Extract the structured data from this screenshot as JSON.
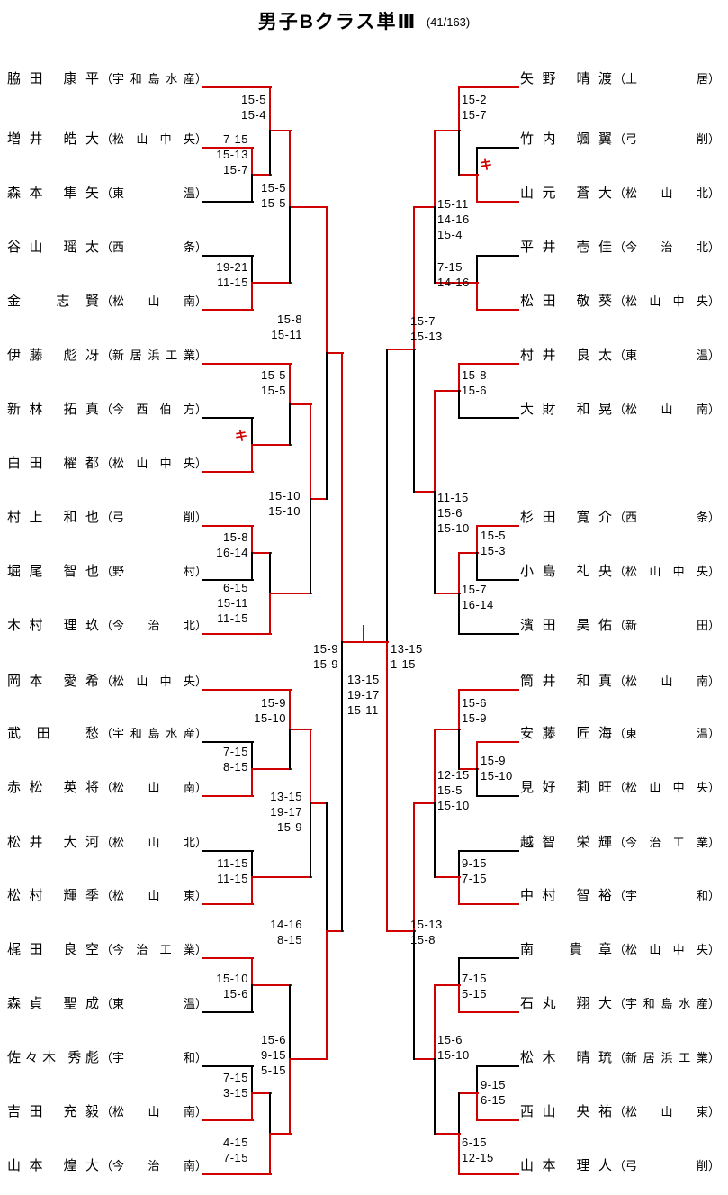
{
  "title": "男子Bクラス単Ⅲ",
  "subtitle": "(41/163)",
  "withdraw_marker": "キ",
  "colors": {
    "winner_line": "#d10000",
    "line": "#000000",
    "text": "#000000"
  },
  "players": {
    "left": [
      {
        "name": "脇田 康平",
        "club": "宇和島水産"
      },
      {
        "name": "増井 皓大",
        "club": "松山中央"
      },
      {
        "name": "森本 隼矢",
        "club": "東温"
      },
      {
        "name": "谷山 瑶太",
        "club": "西条"
      },
      {
        "name": "金 志賢",
        "club": "松山南"
      },
      {
        "name": "伊藤 彪冴",
        "club": "新居浜工業"
      },
      {
        "name": "新林 拓真",
        "club": "今西伯方"
      },
      {
        "name": "白田 櫂都",
        "club": "松山中央"
      },
      {
        "name": "村上 和也",
        "club": "弓削"
      },
      {
        "name": "堀尾 智也",
        "club": "野村"
      },
      {
        "name": "木村 理玖",
        "club": "今治北"
      },
      {
        "name": "岡本 愛希",
        "club": "松山中央"
      },
      {
        "name": "武田 愁",
        "club": "宇和島水産"
      },
      {
        "name": "赤松 英将",
        "club": "松山南"
      },
      {
        "name": "松井 大河",
        "club": "松山北"
      },
      {
        "name": "松村 輝季",
        "club": "松山東"
      },
      {
        "name": "梶田 良空",
        "club": "今治工業"
      },
      {
        "name": "森貞 聖成",
        "club": "東温"
      },
      {
        "name": "佐々木 秀彪",
        "club": "宇和"
      },
      {
        "name": "吉田 充毅",
        "club": "松山南"
      },
      {
        "name": "山本 煌大",
        "club": "今治南"
      }
    ],
    "right": [
      {
        "name": "矢野 晴渡",
        "club": "土居"
      },
      {
        "name": "竹内 颯翼",
        "club": "弓削"
      },
      {
        "name": "山元 蒼大",
        "club": "松山北"
      },
      {
        "name": "平井 壱佳",
        "club": "今治北"
      },
      {
        "name": "松田 敬葵",
        "club": "松山中央"
      },
      {
        "name": "村井 良太",
        "club": "東温"
      },
      {
        "name": "大財 和晃",
        "club": "松山南"
      },
      {
        "name": "杉田 寛介",
        "club": "西条"
      },
      {
        "name": "小島 礼央",
        "club": "松山中央"
      },
      {
        "name": "濱田 昊佑",
        "club": "新田"
      },
      {
        "name": "筒井 和真",
        "club": "松山南"
      },
      {
        "name": "安藤 匠海",
        "club": "東温"
      },
      {
        "name": "見好 莉旺",
        "club": "松山中央"
      },
      {
        "name": "越智 栄輝",
        "club": "今治工業"
      },
      {
        "name": "中村 智裕",
        "club": "宇和"
      },
      {
        "name": "南 貴章",
        "club": "松山中央"
      },
      {
        "name": "石丸 翔大",
        "club": "宇和島水産"
      },
      {
        "name": "松木 晴琉",
        "club": "新居浜工業"
      },
      {
        "name": "西山 央祐",
        "club": "松山東"
      },
      {
        "name": "山本 理人",
        "club": "弓削"
      }
    ]
  },
  "scores": [
    {
      "lines": [
        "15-5",
        "15-4"
      ]
    },
    {
      "lines": [
        "7-15",
        "15-13",
        "15-7"
      ]
    },
    {
      "lines": [
        "15-5",
        "15-5"
      ]
    },
    {
      "lines": [
        "19-21",
        "11-15"
      ]
    },
    {
      "lines": [
        "15-8",
        "15-11"
      ]
    },
    {
      "lines": [
        "15-5",
        "15-5"
      ]
    },
    {
      "lines": [
        "15-10",
        "15-10"
      ]
    },
    {
      "lines": [
        "15-8",
        "16-14"
      ]
    },
    {
      "lines": [
        "6-15",
        "15-11",
        "11-15"
      ]
    },
    {
      "lines": [
        "15-9",
        "15-9"
      ]
    },
    {
      "lines": [
        "13-15",
        "19-17",
        "15-11"
      ]
    },
    {
      "lines": [
        "15-9",
        "15-10"
      ]
    },
    {
      "lines": [
        "7-15",
        "8-15"
      ]
    },
    {
      "lines": [
        "13-15",
        "19-17",
        "15-9"
      ]
    },
    {
      "lines": [
        "11-15",
        "11-15"
      ]
    },
    {
      "lines": [
        "14-16",
        "8-15"
      ]
    },
    {
      "lines": [
        "15-10",
        "15-6"
      ]
    },
    {
      "lines": [
        "15-6",
        "9-15",
        "5-15"
      ]
    },
    {
      "lines": [
        "7-15",
        "3-15"
      ]
    },
    {
      "lines": [
        "4-15",
        "7-15"
      ]
    },
    {
      "lines": [
        "15-2",
        "15-7"
      ]
    },
    {
      "lines": [
        "15-11",
        "14-16",
        "15-4"
      ]
    },
    {
      "lines": [
        "7-15",
        "14-16"
      ]
    },
    {
      "lines": [
        "15-7",
        "15-13"
      ]
    },
    {
      "lines": [
        "15-8",
        "15-6"
      ]
    },
    {
      "lines": [
        "11-15",
        "15-6",
        "15-10"
      ]
    },
    {
      "lines": [
        "15-5",
        "15-3"
      ]
    },
    {
      "lines": [
        "15-7",
        "16-14"
      ]
    },
    {
      "lines": [
        "13-15",
        "1-15"
      ]
    },
    {
      "lines": [
        "15-6",
        "15-9"
      ]
    },
    {
      "lines": [
        "15-9",
        "15-10"
      ]
    },
    {
      "lines": [
        "12-15",
        "15-5",
        "15-10"
      ]
    },
    {
      "lines": [
        "9-15",
        "7-15"
      ]
    },
    {
      "lines": [
        "15-13",
        "15-8"
      ]
    },
    {
      "lines": [
        "7-15",
        "5-15"
      ]
    },
    {
      "lines": [
        "15-6",
        "15-10"
      ]
    },
    {
      "lines": [
        "9-15",
        "6-15"
      ]
    },
    {
      "lines": [
        "6-15",
        "12-15"
      ]
    }
  ]
}
